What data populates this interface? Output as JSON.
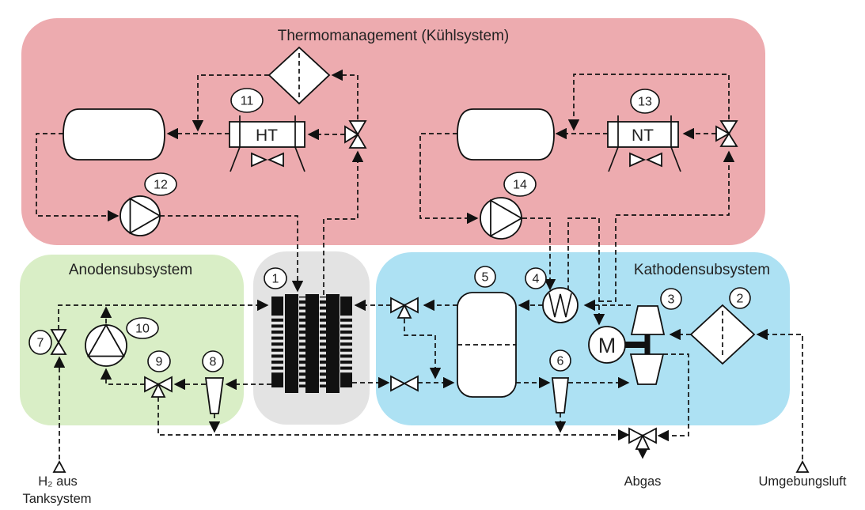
{
  "diagram": {
    "type": "process-flow-diagram",
    "subject": "fuel-cell-system"
  },
  "regions": {
    "thermo": {
      "title": "Thermomanagement (Kühlsystem)",
      "color": "#edabaf"
    },
    "anode": {
      "title": "Anodensubsystem",
      "color": "#d9eec6"
    },
    "stack": {
      "color": "#e3e3e3"
    },
    "cathode": {
      "title": "Kathodensubsystem",
      "color": "#ade1f3"
    }
  },
  "tags": {
    "t1": "1",
    "t2": "2",
    "t3": "3",
    "t4": "4",
    "t5": "5",
    "t6": "6",
    "t7": "7",
    "t8": "8",
    "t9": "9",
    "t10": "10",
    "t11": "11",
    "t12": "12",
    "t13": "13",
    "t14": "14"
  },
  "equipment": {
    "ht_radiator": "HT",
    "nt_radiator": "NT",
    "motor": "M"
  },
  "io": {
    "h2_line1": "H₂ aus",
    "h2_line2": "Tanksystem",
    "exhaust": "Abgas",
    "ambient": "Umgebungsluft"
  },
  "style": {
    "line_color": "#111111",
    "text_color": "#222222",
    "background": "#ffffff"
  }
}
